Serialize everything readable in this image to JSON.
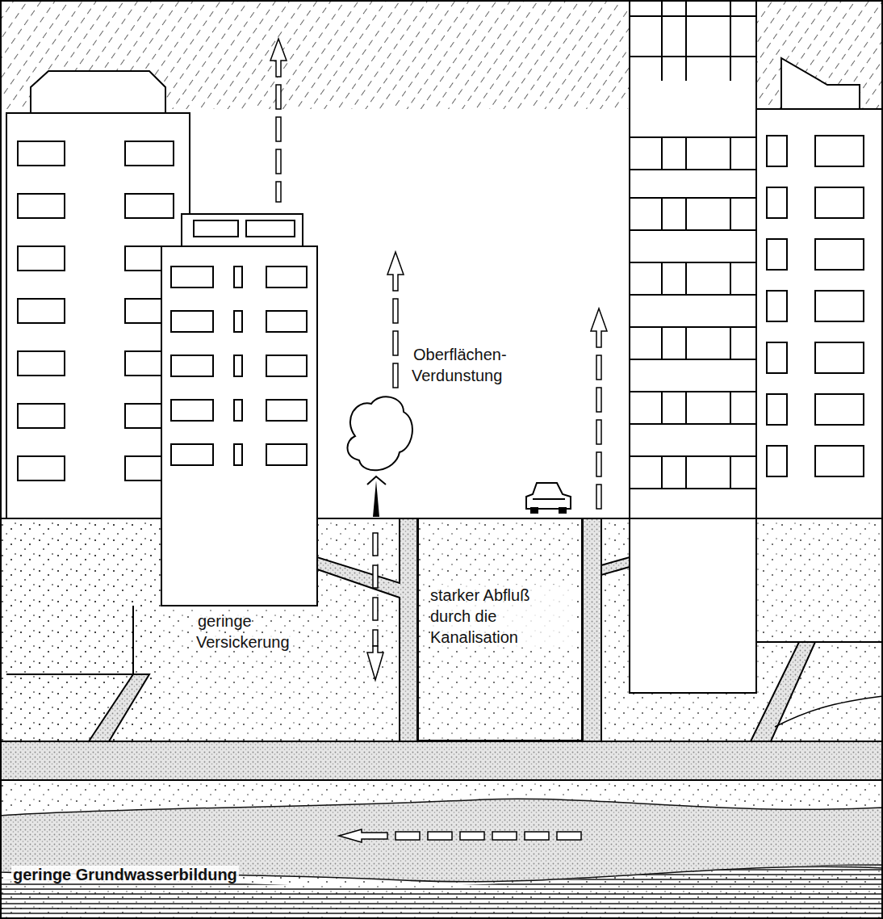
{
  "diagram": {
    "nodes": [
      {
        "text": [
          "starker Abfluß durch die Kanalisation"
        ]
      }
    ],
    "labels": [
      "Oberflächen- Verdunstung",
      "geringe Versickerung",
      "geringe Grundwasserbildung"
    ]
  }
}
